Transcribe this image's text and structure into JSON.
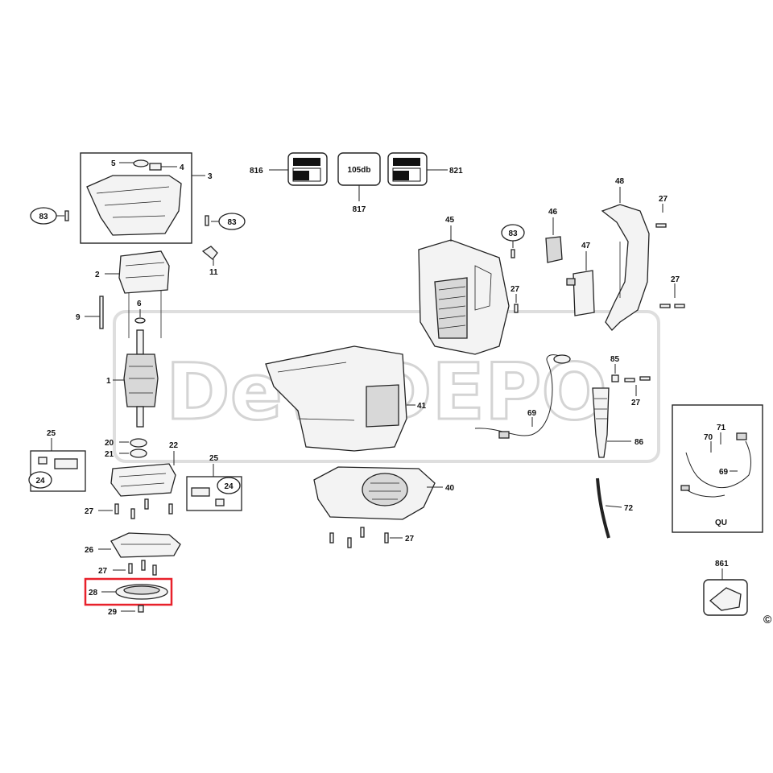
{
  "watermark": "DeWDEPO",
  "copyright_mark": "©",
  "labels": {
    "l1": "1",
    "l2": "2",
    "l3": "3",
    "l4": "4",
    "l5": "5",
    "l6": "6",
    "l9": "9",
    "l11": "11",
    "l20": "20",
    "l21": "21",
    "l22": "22",
    "l25a": "25",
    "l24a": "24",
    "l25b": "25",
    "l24b": "24",
    "l27a": "27",
    "l26": "26",
    "l27b": "27",
    "l28": "28",
    "l29": "29",
    "l83a": "83",
    "l83b": "83",
    "l816": "816",
    "l817": "817",
    "l821": "821",
    "l105db": "105db",
    "l45": "45",
    "l83c": "83",
    "l27c": "27",
    "l46": "46",
    "l47": "47",
    "l48": "48",
    "l27d": "27",
    "l27e": "27",
    "l85": "85",
    "l27f": "27",
    "l41": "41",
    "l69": "69",
    "l86": "86",
    "l40": "40",
    "l27g": "27",
    "l72": "72",
    "l71": "71",
    "l70": "70",
    "l69b": "69",
    "lQU": "QU",
    "l861": "861"
  },
  "highlight_color": "#e8212b"
}
